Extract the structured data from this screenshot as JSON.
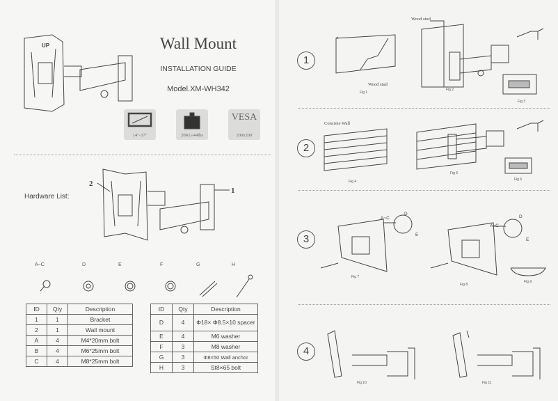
{
  "cover": {
    "title": "Wall Mount",
    "subtitle": "INSTALLATION GUIDE",
    "model": "Model.XM-WH342",
    "specs": [
      {
        "icon": "screen-size-icon",
        "label": "14\"-37\""
      },
      {
        "icon": "weight-icon",
        "label": "20KG/44lbs"
      },
      {
        "icon": "vesa-icon",
        "text": "VESA",
        "label": "200x200"
      }
    ]
  },
  "hardware": {
    "heading": "Hardware List:",
    "callouts": [
      "1",
      "2"
    ],
    "mount_logo": "UP",
    "parts": [
      "A~C",
      "D",
      "E",
      "F",
      "G",
      "H"
    ],
    "table_left": {
      "headers": [
        "ID",
        "Qty",
        "Description"
      ],
      "rows": [
        [
          "1",
          "1",
          "Bracket"
        ],
        [
          "2",
          "1",
          "Wall mount"
        ],
        [
          "A",
          "4",
          "M4*20mm bolt"
        ],
        [
          "B",
          "4",
          "M6*25mm bolt"
        ],
        [
          "C",
          "4",
          "M8*25mm bolt"
        ]
      ]
    },
    "table_right": {
      "headers": [
        "ID",
        "Qty",
        "Description"
      ],
      "rows": [
        [
          "D",
          "4",
          "Φ18× Φ8.5×10 spacer"
        ],
        [
          "E",
          "4",
          "M6 washer"
        ],
        [
          "F",
          "3",
          "M8 washer"
        ],
        [
          "G",
          "3",
          "Φ8×50 Wall anchor"
        ],
        [
          "H",
          "3",
          "St8×65 bolt"
        ]
      ]
    }
  },
  "steps": [
    {
      "number": "1",
      "figs": [
        "Fig 1",
        "Fig 2",
        "Fig 3"
      ],
      "labels": [
        "Wood stud",
        "Wood stud"
      ]
    },
    {
      "number": "2",
      "figs": [
        "Fig 4",
        "Fig 5",
        "Fig 6"
      ],
      "labels": [
        "Concrete Wall"
      ]
    },
    {
      "number": "3",
      "figs": [
        "Fig 7",
        "Fig 8",
        "Fig 9"
      ],
      "labels": [
        "A~C",
        "D",
        "E",
        "A~C",
        "D",
        "E"
      ]
    },
    {
      "number": "4",
      "figs": [
        "Fig 10",
        "Fig 11"
      ]
    }
  ]
}
